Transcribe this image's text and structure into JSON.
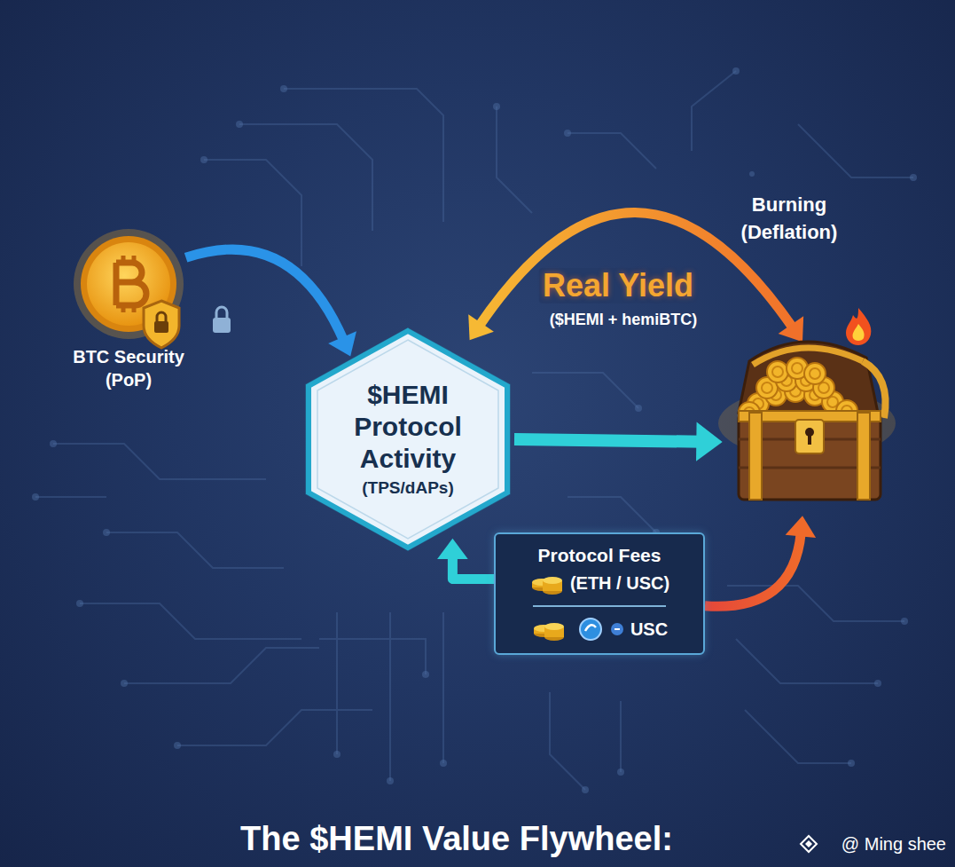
{
  "diagram": {
    "title": "The $HEMI Value Flywheel:",
    "nodes": [
      {
        "text": [
          "BTC Security (PoP)"
        ]
      },
      {
        "text": [
          "$HEMI Protocol Activity",
          "(TPS/dAPs)"
        ]
      },
      {
        "text": [
          "Burning (Deflation)"
        ]
      },
      {
        "text": [
          "Protocol Fees",
          "(ETH / USC)",
          "USC"
        ]
      }
    ],
    "edges": [
      {
        "from": 0,
        "to": 1,
        "arrow": "to"
      },
      {
        "from": 1,
        "to": 2,
        "arrow": "to"
      },
      {
        "from": 2,
        "to": 1,
        "label": "Real Yield",
        "arrow": "both"
      },
      {
        "from": 3,
        "to": 1,
        "arrow": "to"
      },
      {
        "from": 3,
        "to": 2,
        "arrow": "to"
      }
    ],
    "labels": [
      "($HEMI + hemiBTC)",
      "@ Ming shee"
    ]
  }
}
